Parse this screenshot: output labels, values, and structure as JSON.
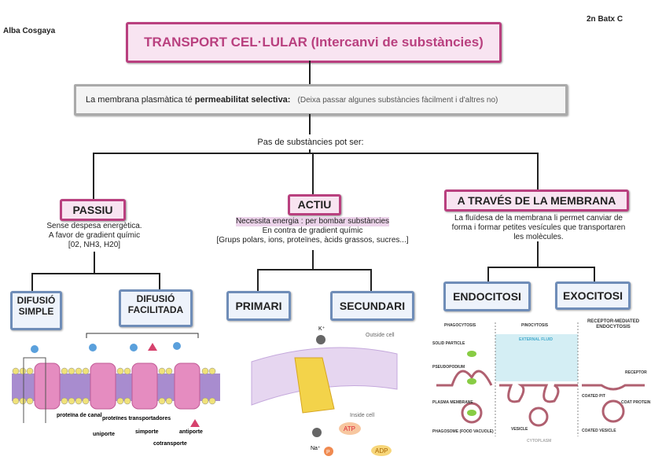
{
  "header": {
    "author": "Alba Cosgaya",
    "class": "2n Batx C"
  },
  "title": "TRANSPORT CEL·LULAR (Intercanvi de substàncies)",
  "membrane": {
    "prefix": "La membrana plasmàtica té ",
    "bold": "permeabilitat selectiva:",
    "note": "(Deixa passar algunes substàncies fàcilment i d'altres no)"
  },
  "intro": "Pas de substàncies pot ser:",
  "passiu": {
    "label": "PASSIU",
    "lines": [
      "Sense despesa energètica.",
      "A favor de gradient químic",
      "[02, NH3, H20]"
    ],
    "children": [
      "DIFUSIÓ SIMPLE",
      "DIFUSIÓ FACILITADA"
    ],
    "fig": {
      "canal": "proteïna de canal",
      "transp": "proteïnes transportadores",
      "uni": "uniporte",
      "sim": "simporte",
      "anti": "antiporte",
      "co": "cotransporte"
    }
  },
  "actiu": {
    "label": "ACTIU",
    "lines": [
      "Necessita energia : per bombar substàncies",
      "En contra de gradient químic",
      "[Grups polars, ions, proteïnes, àcids grassos, sucres...]"
    ],
    "children": [
      "PRIMARI",
      "SECUNDARI"
    ],
    "fig": {
      "outside": "Outside cell",
      "inside": "Inside cell",
      "k": "K⁺",
      "na": "Na⁺",
      "atp": "ATP",
      "adp": "ADP",
      "p": "P"
    }
  },
  "membrana": {
    "label": "A TRAVÉS DE LA MEMBRANA",
    "lines": [
      "La fluïdesa de la membrana li permet canviar de",
      "forma i formar petites vesícules que  transportaren",
      "les molècules."
    ],
    "children": [
      "ENDOCITOSI",
      "EXOCITOSI"
    ],
    "fig": {
      "phago": "PHAGOCYTOSIS",
      "pino": "PINOCYTOSIS",
      "rme": "RECEPTOR-MEDIATED ENDOCYTOSIS",
      "fluid": "EXTERNAL FLUID",
      "cyto": "CYTOPLASM",
      "solid": "SOLID PARTICLE",
      "pseudo": "PSEUDOPODIUM",
      "plasma": "PLASMA MEMBRANE",
      "phagosome": "PHAGOSOME (FOOD VACUOLE)",
      "vesicle": "VESICLE",
      "receptor": "RECEPTOR",
      "pit": "COATED PIT",
      "coat": "COAT PROTEIN",
      "cves": "COATED VESICLE"
    }
  },
  "colors": {
    "pink": "#b9407f",
    "blue": "#6f8db8"
  }
}
